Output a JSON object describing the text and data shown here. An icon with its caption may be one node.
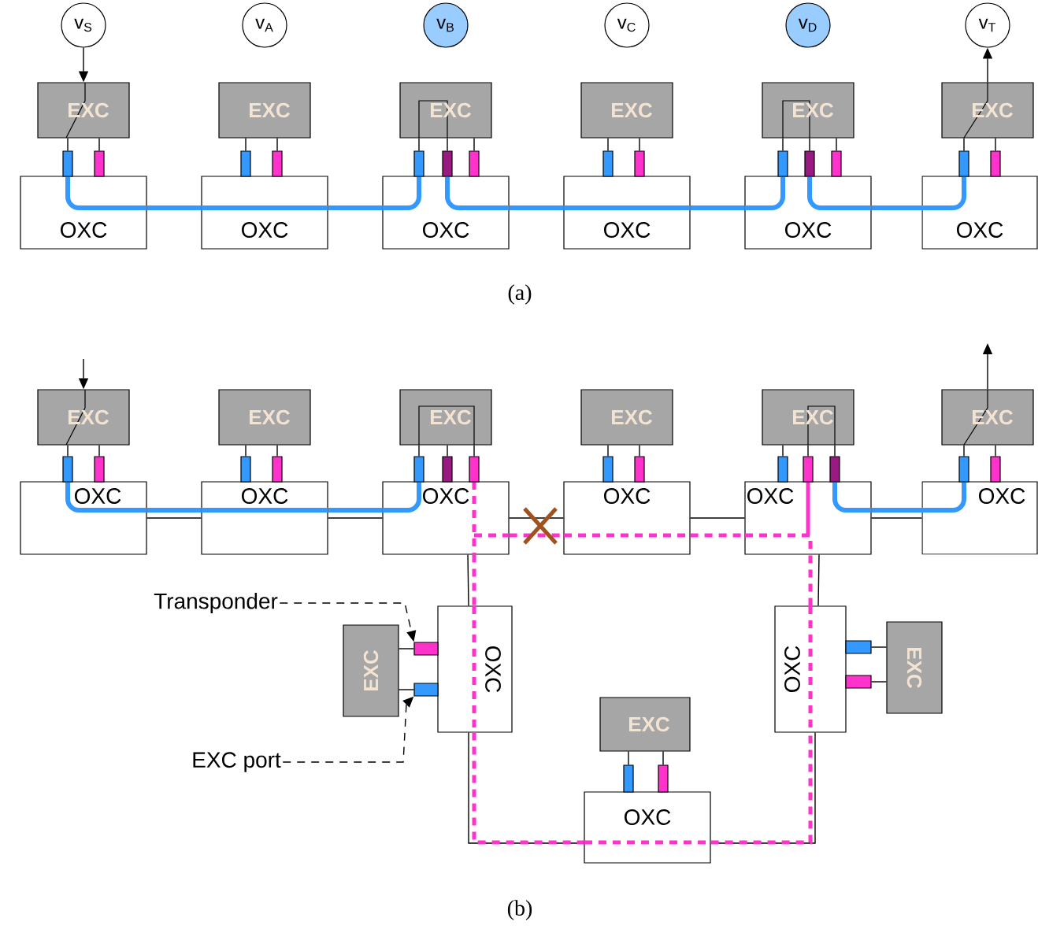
{
  "diagram": {
    "nodes": [
      {
        "text": [
          "v$_{S}$"
        ]
      },
      {
        "text": [
          "v$_{A}$"
        ]
      },
      {
        "text": [
          "v$_{B}$"
        ]
      },
      {
        "text": [
          "v$_{C}$"
        ]
      },
      {
        "text": [
          "v$_{D}$"
        ]
      },
      {
        "text": [
          "v$_{T}$"
        ]
      },
      {
        "text": [
          "EXC"
        ]
      },
      {
        "text": [
          "EXC"
        ]
      },
      {
        "text": [
          "EXC"
        ]
      },
      {
        "text": [
          "EXC"
        ]
      },
      {
        "text": [
          "EXC"
        ]
      },
      {
        "text": [
          "EXC"
        ]
      },
      {
        "text": [
          "OXC"
        ]
      },
      {
        "text": [
          "OXC"
        ]
      },
      {
        "text": [
          "OXC"
        ]
      },
      {
        "text": [
          "OXC"
        ]
      },
      {
        "text": [
          "OXC"
        ]
      },
      {
        "text": [
          "OXC"
        ]
      },
      {
        "text": [
          "EXC"
        ]
      },
      {
        "text": [
          "EXC"
        ]
      },
      {
        "text": [
          "EXC"
        ]
      },
      {
        "text": [
          "EXC"
        ]
      },
      {
        "text": [
          "EXC"
        ]
      },
      {
        "text": [
          "EXC"
        ]
      },
      {
        "text": [
          "OXC"
        ]
      },
      {
        "text": [
          "OXC"
        ]
      },
      {
        "text": [
          "OXC"
        ]
      },
      {
        "text": [
          "OXC"
        ]
      },
      {
        "text": [
          "OXC"
        ]
      },
      {
        "text": [
          "OXC"
        ]
      },
      {
        "text": [
          "EXC"
        ]
      },
      {
        "text": [
          "OXC"
        ]
      },
      {
        "text": [
          "EXC"
        ]
      },
      {
        "text": [
          "OXC"
        ]
      },
      {
        "text": [
          "OXC"
        ]
      },
      {
        "text": [
          "EXC"
        ]
      },
      {
        "text": [
          "Transponder"
        ]
      },
      {
        "text": [
          "EXC port"
        ]
      },
      {
        "text": [],
        "shape": "bar"
      },
      {
        "text": [],
        "shape": "bar"
      },
      {
        "text": [],
        "shape": "bar"
      },
      {
        "text": [],
        "shape": "bar"
      },
      {
        "text": [],
        "shape": "bar"
      },
      {
        "text": [],
        "shape": "bar"
      },
      {
        "text": [],
        "shape": "bar"
      },
      {
        "text": [],
        "shape": "bar"
      },
      {
        "text": [],
        "shape": "bar"
      },
      {
        "text": [],
        "shape": "bar"
      },
      {
        "text": [],
        "shape": "bar"
      },
      {
        "text": [],
        "shape": "bar"
      },
      {
        "text": [],
        "shape": "bar"
      },
      {
        "text": [],
        "shape": "bar"
      },
      {
        "text": [],
        "shape": "bar"
      },
      {
        "text": [],
        "shape": "bar"
      },
      {
        "text": [],
        "shape": "bar"
      },
      {
        "text": [],
        "shape": "bar"
      },
      {
        "text": [],
        "shape": "bar"
      },
      {
        "text": [],
        "shape": "bar"
      },
      {
        "text": [],
        "shape": "bar"
      },
      {
        "text": [],
        "shape": "bar"
      },
      {
        "text": [],
        "shape": "bar"
      },
      {
        "text": [],
        "shape": "bar"
      },
      {
        "text": [],
        "shape": "bar"
      },
      {
        "text": [],
        "shape": "bar"
      },
      {
        "text": [],
        "shape": "bar"
      },
      {
        "text": [],
        "shape": "bar"
      },
      {
        "text": [],
        "shape": "bar"
      },
      {
        "text": [],
        "shape": "bar"
      },
      {
        "text": [],
        "shape": "bar"
      },
      {
        "text": [],
        "shape": "bar"
      },
      {
        "text": [],
        "shape": "bar"
      },
      {
        "text": [],
        "shape": "bar"
      }
    ],
    "edges": [
      {
        "from": 0,
        "to": 6,
        "arrow": "to"
      },
      {
        "from": 11,
        "to": 5,
        "arrow": "to"
      },
      {
        "from": null,
        "to": 18,
        "arrow": "to"
      },
      {
        "from": 23,
        "to": null,
        "arrow": "to"
      },
      {
        "from": 24,
        "to": 25,
        "arrow": "none"
      },
      {
        "from": 25,
        "to": 26,
        "arrow": "none"
      },
      {
        "from": 26,
        "to": 27,
        "arrow": "none"
      },
      {
        "from": 27,
        "to": 28,
        "arrow": "none"
      },
      {
        "from": 28,
        "to": 29,
        "arrow": "none"
      },
      {
        "from": 26,
        "to": 31,
        "arrow": "none"
      },
      {
        "from": 31,
        "to": 33,
        "arrow": "none"
      },
      {
        "from": 33,
        "to": 34,
        "arrow": "none"
      },
      {
        "from": 34,
        "to": 28,
        "arrow": "none"
      },
      {
        "from": 36,
        "to": 38,
        "arrow": "to",
        "style": "dashed"
      },
      {
        "from": 37,
        "to": 39,
        "arrow": "to",
        "style": "dashed"
      },
      {
        "from": 12,
        "to": 13,
        "arrow": "none",
        "style": "thick",
        "color": "#3399ff"
      },
      {
        "from": 13,
        "to": 14,
        "arrow": "none",
        "style": "thick",
        "color": "#3399ff"
      },
      {
        "from": 14,
        "to": 15,
        "arrow": "none",
        "style": "thick",
        "color": "#3399ff"
      },
      {
        "from": 15,
        "to": 16,
        "arrow": "none",
        "style": "thick",
        "color": "#3399ff"
      },
      {
        "from": 16,
        "to": 17,
        "arrow": "none",
        "style": "thick",
        "color": "#3399ff"
      },
      {
        "from": 24,
        "to": 25,
        "arrow": "none",
        "style": "thick",
        "color": "#3399ff"
      },
      {
        "from": 25,
        "to": 26,
        "arrow": "none",
        "style": "thick",
        "color": "#3399ff"
      },
      {
        "from": 28,
        "to": 29,
        "arrow": "none",
        "style": "thick",
        "color": "#3399ff"
      },
      {
        "from": 26,
        "to": 27,
        "arrow": "none",
        "style": "dashed",
        "color": "#ff33cc"
      },
      {
        "from": 27,
        "to": 28,
        "arrow": "none",
        "style": "dashed",
        "color": "#ff33cc"
      },
      {
        "from": 26,
        "to": 31,
        "arrow": "none",
        "style": "dashed",
        "color": "#ff33cc"
      },
      {
        "from": 31,
        "to": 33,
        "arrow": "none",
        "style": "dashed",
        "color": "#ff33cc"
      },
      {
        "from": 33,
        "to": 34,
        "arrow": "none",
        "style": "dashed",
        "color": "#ff33cc"
      },
      {
        "from": 34,
        "to": 28,
        "arrow": "none",
        "style": "dashed",
        "color": "#ff33cc"
      },
      {
        "from": 6,
        "to": 40,
        "arrow": "none"
      },
      {
        "from": 6,
        "to": 41,
        "arrow": "none"
      },
      {
        "from": 7,
        "to": 42,
        "arrow": "none"
      },
      {
        "from": 7,
        "to": 43,
        "arrow": "none"
      },
      {
        "from": 8,
        "to": 44,
        "arrow": "none"
      },
      {
        "from": 8,
        "to": 45,
        "arrow": "none"
      },
      {
        "from": 8,
        "to": 46,
        "arrow": "none"
      },
      {
        "from": 9,
        "to": 47,
        "arrow": "none"
      },
      {
        "from": 9,
        "to": 48,
        "arrow": "none"
      },
      {
        "from": 10,
        "to": 49,
        "arrow": "none"
      },
      {
        "from": 10,
        "to": 50,
        "arrow": "none"
      },
      {
        "from": 10,
        "to": 51,
        "arrow": "none"
      },
      {
        "from": 11,
        "to": 52,
        "arrow": "none"
      },
      {
        "from": 11,
        "to": 53,
        "arrow": "none"
      },
      {
        "from": 18,
        "to": 54,
        "arrow": "none"
      },
      {
        "from": 18,
        "to": 55,
        "arrow": "none"
      },
      {
        "from": 19,
        "to": 56,
        "arrow": "none"
      },
      {
        "from": 19,
        "to": 57,
        "arrow": "none"
      },
      {
        "from": 20,
        "to": 58,
        "arrow": "none"
      },
      {
        "from": 20,
        "to": 59,
        "arrow": "none"
      },
      {
        "from": 20,
        "to": 60,
        "arrow": "none"
      },
      {
        "from": 21,
        "to": 61,
        "arrow": "none"
      },
      {
        "from": 21,
        "to": 62,
        "arrow": "none"
      },
      {
        "from": 22,
        "to": 63,
        "arrow": "none"
      },
      {
        "from": 22,
        "to": 64,
        "arrow": "none"
      },
      {
        "from": 22,
        "to": 65,
        "arrow": "none"
      },
      {
        "from": 23,
        "to": 66,
        "arrow": "none"
      },
      {
        "from": 23,
        "to": 67,
        "arrow": "none"
      },
      {
        "from": 32,
        "to": 68,
        "arrow": "none"
      },
      {
        "from": 32,
        "to": 69,
        "arrow": "none"
      },
      {
        "from": 35,
        "to": 70,
        "arrow": "none"
      },
      {
        "from": 35,
        "to": 71,
        "arrow": "none"
      },
      {
        "from": 30,
        "to": 38,
        "arrow": "none"
      },
      {
        "from": 30,
        "to": 39,
        "arrow": "none"
      }
    ],
    "labels": [
      "(a)",
      "(b)"
    ]
  }
}
